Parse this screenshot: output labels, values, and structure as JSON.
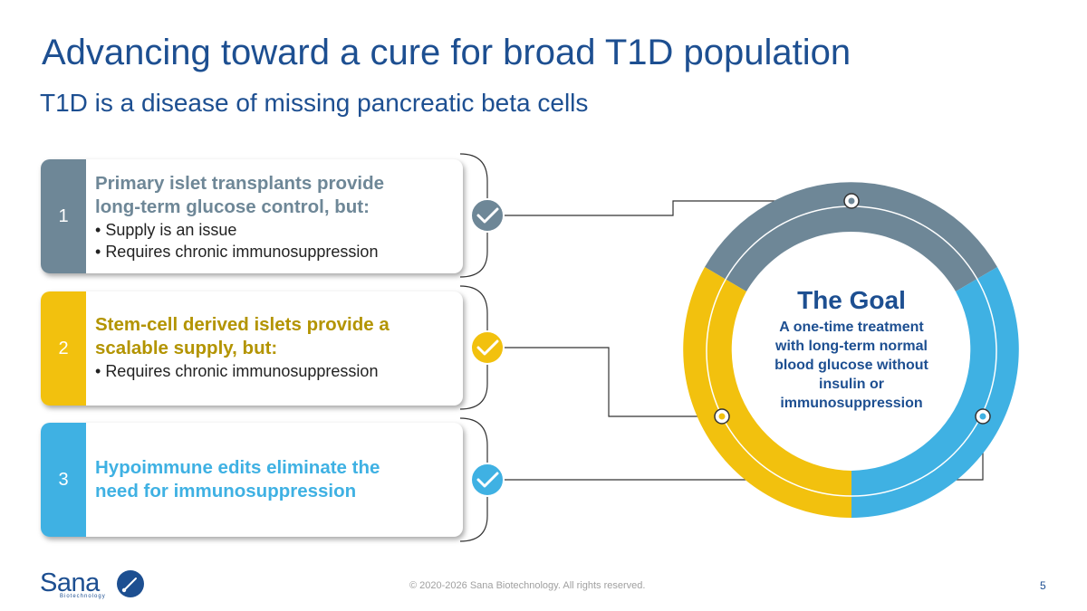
{
  "slide": {
    "title": "Advancing toward a cure for broad T1D population",
    "subtitle": "T1D is a disease of missing pancreatic beta cells"
  },
  "cards": [
    {
      "number": "1",
      "heading_line1": "Primary islet transplants provide",
      "heading_line2": "long-term glucose control, but:",
      "bullets": [
        "Supply is an issue",
        "Requires chronic immunosuppression"
      ],
      "color": "#6e8797"
    },
    {
      "number": "2",
      "heading_line1": "Stem-cell derived islets provide a",
      "heading_line2": "scalable supply, but:",
      "bullets": [
        "Requires chronic immunosuppression"
      ],
      "color": "#f2c10e",
      "heading_color": "#b39400"
    },
    {
      "number": "3",
      "heading_line1": "Hypoimmune edits eliminate the",
      "heading_line2": "need for immunosuppression",
      "bullets": [],
      "color": "#3fb1e3"
    }
  ],
  "goal": {
    "title": "The Goal",
    "desc_line1": "A one-time treatment",
    "desc_line2": "with long-term normal",
    "desc_line3": "blood glucose without",
    "desc_line4": "insulin or",
    "desc_line5": "immunosuppression",
    "ring_colors": {
      "top": "#6e8797",
      "left": "#f2c10e",
      "right": "#3fb1e3"
    }
  },
  "icons": {
    "check": "checkmark-circle-icon",
    "logo_mark": "sana-logo-mark-icon"
  },
  "footer": {
    "logo_text": "Sana",
    "logo_subtext": "Biotechnology",
    "copyright": "© 2020-2026 Sana Biotechnology. All rights reserved.",
    "page_number": "5"
  }
}
